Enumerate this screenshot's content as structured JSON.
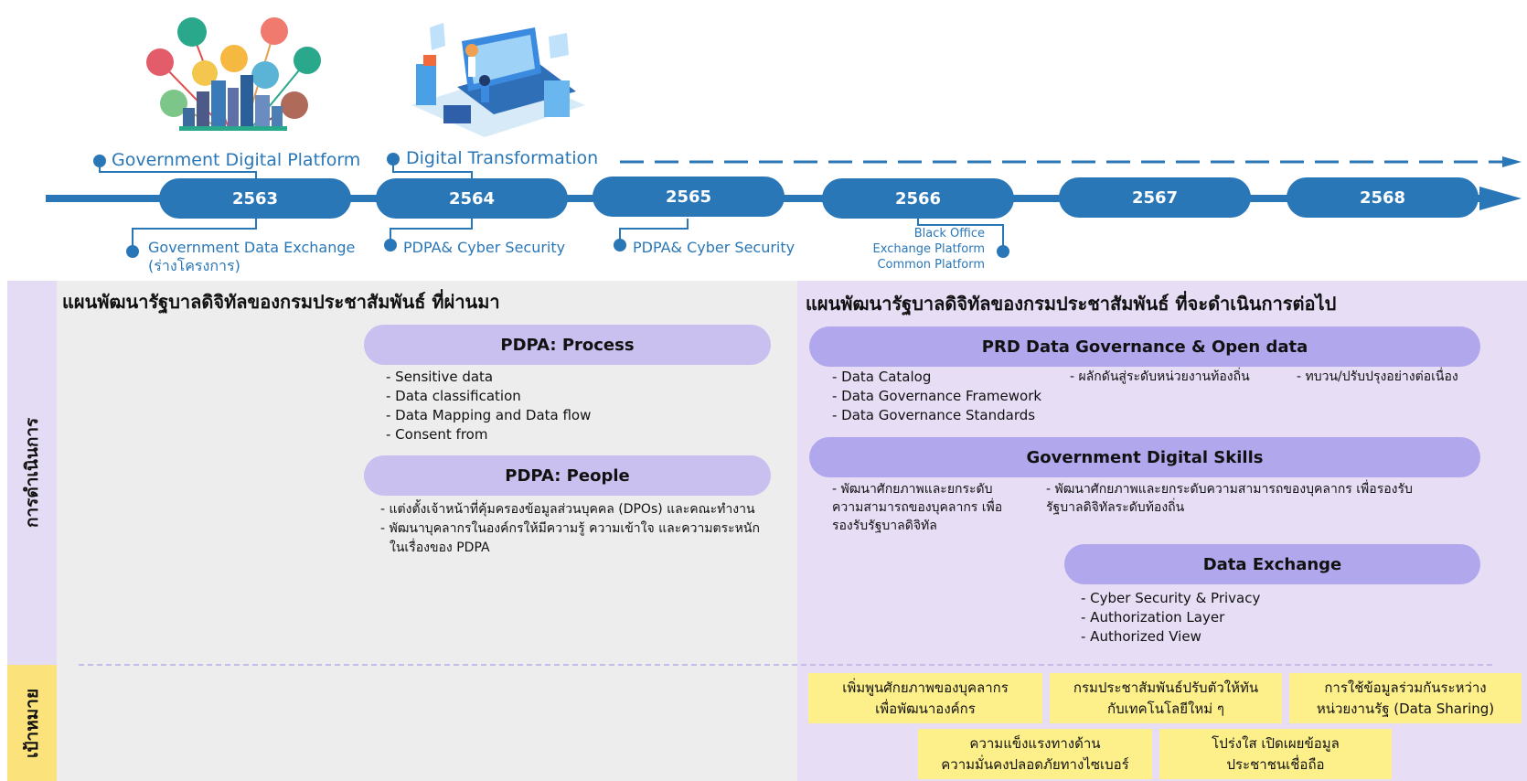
{
  "timeline": {
    "years": [
      "2563",
      "2564",
      "2565",
      "2566",
      "2567",
      "2568"
    ],
    "milestones": {
      "gdp": "Government Digital Platform",
      "dt": "Digital Transformation"
    },
    "sub_labels": {
      "gde_1": "Government Data Exchange",
      "gde_2": "(ร่างโครงการ)",
      "pdpa_2564": "PDPA& Cyber Security",
      "pdpa_2565": "PDPA& Cyber Security",
      "back_office": "Black Office",
      "exchange_platform": "Exchange Platform",
      "common_platform": "Common Platform"
    }
  },
  "side_labels": {
    "operation": "การดำเนินการ",
    "goal": "เป้าหมาย"
  },
  "past": {
    "heading": "แผนพัฒนารัฐบาลดิจิทัลของกรมประชาสัมพันธ์ ที่ผ่านมา",
    "process_title": "PDPA: Process",
    "process_items": [
      "- Sensitive data",
      "- Data classification",
      "- Data Mapping and Data flow",
      "- Consent from"
    ],
    "people_title": "PDPA: People",
    "people_items": [
      "- แต่งตั้งเจ้าหน้าที่คุ้มครองข้อมูลส่วนบุคคล (DPOs) และคณะทำงาน",
      "- พัฒนาบุคลากรในองค์กรให้มีความรู้ ความเข้าใจ และความตระหนัก",
      "  ในเรื่องของ PDPA"
    ]
  },
  "future": {
    "heading": "แผนพัฒนารัฐบาลดิจิทัลของกรมประชาสัมพันธ์ ที่จะดำเนินการต่อไป",
    "governance_title": "PRD Data Governance & Open data",
    "governance_col1": [
      "- Data Catalog",
      "- Data Governance Framework",
      "- Data Governance Standards"
    ],
    "governance_col2": "- ผลักดันสู่ระดับหน่วยงานท้องถิ่น",
    "governance_col3": "- ทบวน/ปรับปรุงอย่างต่อเนื่อง",
    "skills_title": "Government Digital Skills",
    "skills_col1": [
      "- พัฒนาศักยภาพและยกระดับ",
      "ความสามารถของบุคลากร เพื่อ",
      "รองรับรัฐบาลดิจิทัล"
    ],
    "skills_col2": [
      "- พัฒนาศักยภาพและยกระดับความสามารถของบุคลากร เพื่อรองรับ",
      "รัฐบาลดิจิทัลระดับท้องถิ่น"
    ],
    "exchange_title": "Data Exchange",
    "exchange_items": [
      "- Cyber Security & Privacy",
      "- Authorization Layer",
      "- Authorized View"
    ]
  },
  "goals": {
    "g1": [
      "เพิ่มพูนศักยภาพของบุคลากร",
      "เพื่อพัฒนาองค์กร"
    ],
    "g2": [
      "กรมประชาสัมพันธ์ปรับตัวให้ทัน",
      "กับเทคโนโลยีใหม่ ๆ"
    ],
    "g3": [
      "การใช้ข้อมูลร่วมกันระหว่าง",
      "หน่วยงานรัฐ (Data Sharing)"
    ],
    "g4": [
      "ความแข็งแรงทางด้าน",
      "ความมั่นคงปลอดภัยทางไซเบอร์"
    ],
    "g5": [
      "โปร่งใส เปิดเผยข้อมูล",
      "ประชาชนเชื่อถือ"
    ]
  },
  "colors": {
    "timeline_blue": "#2a77b8",
    "past_bg": "#ededed",
    "future_bg": "#e7def6",
    "side_bg": "#e4dbf4",
    "goal_bg": "#fdf08a",
    "goal_side": "#fbe27a",
    "pill_light": "#c9c0ef",
    "pill_dark": "#b1a7ec"
  },
  "illustrations": [
    "smart-city-icon",
    "laptop-digital-icon"
  ]
}
